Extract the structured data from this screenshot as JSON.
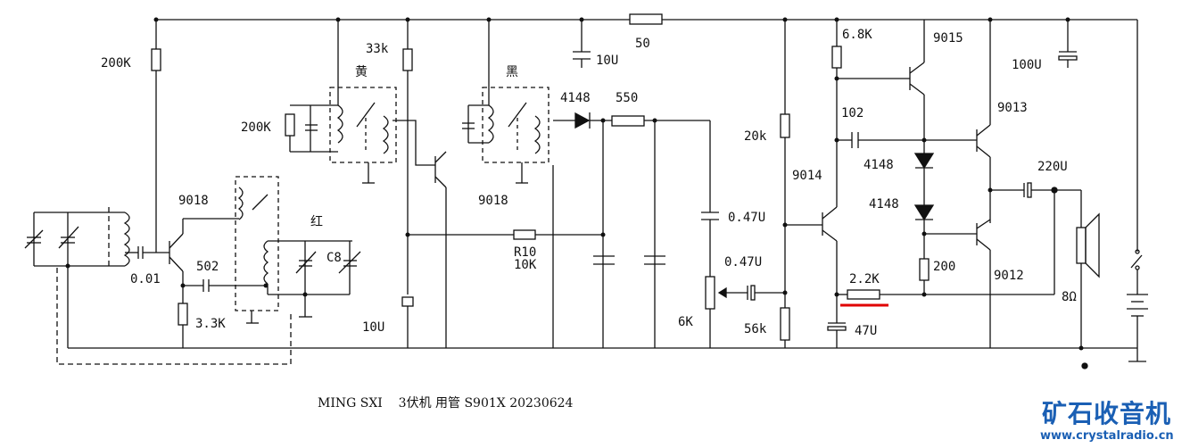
{
  "title": "MING SXI 3伏机 用管 S901X 20230624",
  "caption": {
    "author": "MING SXI",
    "description": "3伏机 用管 S901X 20230624"
  },
  "watermark": {
    "brand": "矿石收音机",
    "url": "www.crystalradio.cn",
    "color": "#1a5fb4"
  },
  "highlight_color": "#e00000",
  "components": {
    "r_200k_base": "200K",
    "r_200k_if": "200K",
    "r_33k": "33k",
    "cap_10u_top": "10U",
    "r_50": "50",
    "r_6k8": "6.8K",
    "q_9015": "9015",
    "cap_100u": "100U",
    "if_yellow": "黄",
    "if_black": "黑",
    "osc_red": "红",
    "diode_4148_det": "4148",
    "r_550": "550",
    "cap_102": "102",
    "q_9013": "9013",
    "r_20k": "20k",
    "diode_4148_a": "4148",
    "diode_4148_b": "4148",
    "q_9014": "9014",
    "cap_220u": "220U",
    "q_9018_mix": "9018",
    "q_9018_if": "9018",
    "cap_047u_a": "0.47U",
    "cap_047u_b": "0.47U",
    "r10_label": "R10",
    "r10_value": "10K",
    "cap_c8": "C8",
    "cap_502": "502",
    "cap_001": "0.01",
    "r_3k3": "3.3K",
    "cap_10u_bottom": "10U",
    "pot_6k": "6K",
    "r_56k": "56k",
    "r_200": "200",
    "q_9012": "9012",
    "r_2k2": "2.2K",
    "cap_47u": "47U",
    "speaker": "8Ω"
  }
}
